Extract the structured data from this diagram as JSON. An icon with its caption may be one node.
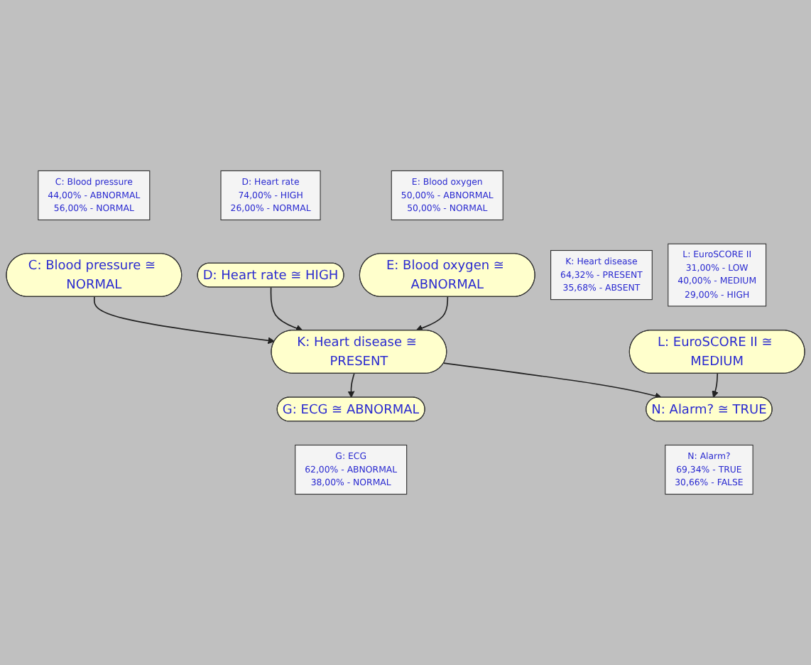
{
  "diagram": {
    "nodes": [
      {
        "text": [
          "D: Heart rate",
          "74,00% - HIGH",
          "26,00% - NORMAL"
        ]
      },
      {
        "text": [
          "C: Blood pressure",
          "44,00% - ABNORMAL",
          "56,00% - NORMAL"
        ]
      },
      {
        "text": [
          "D: Heart rate ≅ HIGH"
        ]
      },
      {
        "text": [
          "E: Blood oxygen",
          "50,00% - ABNORMAL",
          "50,00% - NORMAL"
        ]
      },
      {
        "text": [
          "C: Blood pressure ≅ NORMAL"
        ]
      },
      {
        "text": [
          "E: Blood oxygen ≅ ABNORMAL"
        ]
      },
      {
        "text": [
          "G: ECG",
          "62,00% - ABNORMAL",
          "38,00% - NORMAL"
        ]
      },
      {
        "text": [
          "K: Heart disease ≅ PRESENT"
        ]
      },
      {
        "text": [
          "K: Heart disease",
          "64,32% - PRESENT",
          "35,68% - ABSENT"
        ]
      },
      {
        "text": [
          "G: ECG ≅ ABNORMAL"
        ]
      },
      {
        "text": [
          "L: EuroSCORE II",
          "31,00% - LOW",
          "40,00% - MEDIUM",
          "29,00% - HIGH"
        ]
      },
      {
        "text": [
          "N: Alarm? ≅ TRUE"
        ]
      },
      {
        "text": [
          "L: EuroSCORE II ≅ MEDIUM"
        ]
      },
      {
        "text": [
          "N: Alarm?",
          "69,34% - TRUE",
          "30,66% - FALSE"
        ]
      }
    ],
    "edges": [
      {
        "from": 4,
        "to": 7,
        "arrow": "to"
      },
      {
        "from": 2,
        "to": 7,
        "arrow": "to"
      },
      {
        "from": 5,
        "to": 7,
        "arrow": "to"
      },
      {
        "from": 7,
        "to": 9,
        "arrow": "to"
      },
      {
        "from": 7,
        "to": 11,
        "arrow": "to"
      },
      {
        "from": 12,
        "to": 11,
        "arrow": "to"
      }
    ]
  }
}
